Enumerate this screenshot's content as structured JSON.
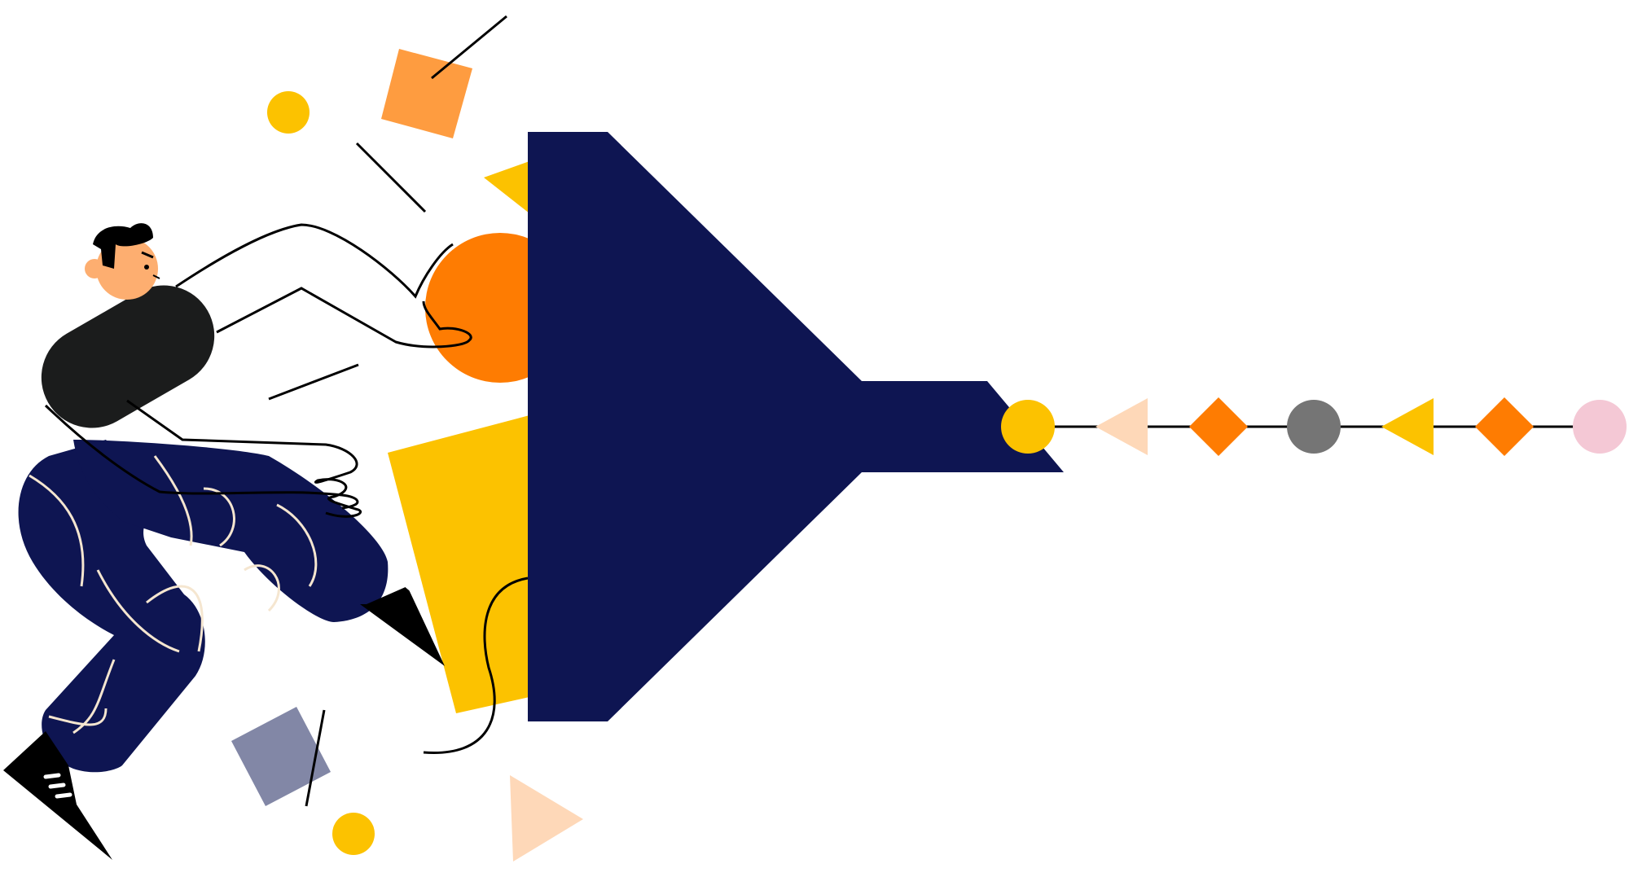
{
  "colors": {
    "background": "#ffffff",
    "navy": "#0e1552",
    "yellow": "#fcc200",
    "orange": "#fe7c02",
    "light_orange": "#fe9c40",
    "peach": "#fed8b8",
    "gray": "#757575",
    "pink": "#f4c8d5",
    "slate": "#8287a6",
    "skin": "#fdae70",
    "black": "#1a1a1a",
    "cream": "#f5e6d0"
  },
  "illustration": {
    "subject": "person-pushing-shapes-into-funnel",
    "output_sequence": [
      {
        "shape": "circle",
        "color": "yellow"
      },
      {
        "shape": "triangle",
        "color": "peach"
      },
      {
        "shape": "diamond",
        "color": "orange"
      },
      {
        "shape": "circle",
        "color": "gray"
      },
      {
        "shape": "triangle",
        "color": "yellow"
      },
      {
        "shape": "diamond",
        "color": "orange"
      },
      {
        "shape": "circle",
        "color": "pink"
      }
    ]
  }
}
